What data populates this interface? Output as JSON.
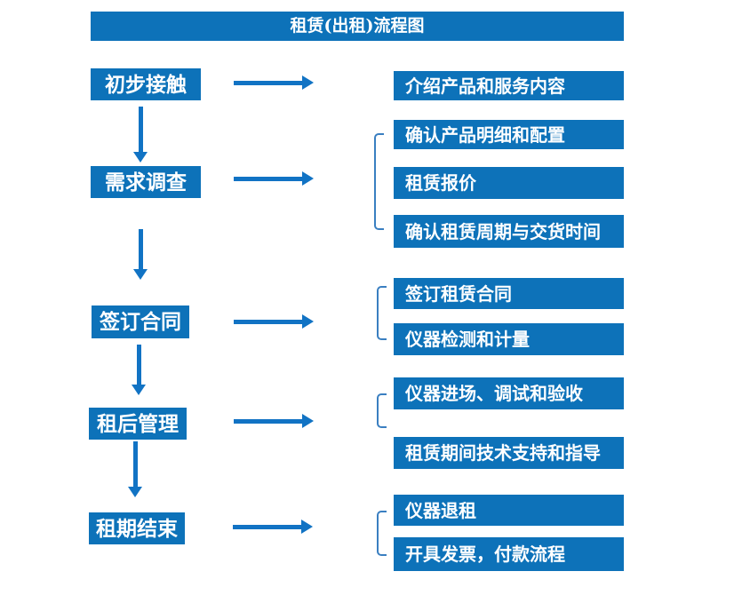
{
  "title": "租赁(出租)流程图",
  "colors": {
    "box_blue": "#0d72b9",
    "arrow_blue": "#1173c4",
    "bracket_blue": "#3a7fc1",
    "text_white": "#ffffff",
    "background": "#ffffff"
  },
  "stages": [
    {
      "label": "初步接触"
    },
    {
      "label": "需求调查"
    },
    {
      "label": "签订合同"
    },
    {
      "label": "租后管理"
    },
    {
      "label": "租期结束"
    }
  ],
  "details": [
    {
      "label": "介绍产品和服务内容"
    },
    {
      "label": "确认产品明细和配置"
    },
    {
      "label": "租赁报价"
    },
    {
      "label": "确认租赁周期与交货时间"
    },
    {
      "label": "签订租赁合同"
    },
    {
      "label": "仪器检测和计量"
    },
    {
      "label": "仪器进场、调试和验收"
    },
    {
      "label": "租赁期间技术支持和指导"
    },
    {
      "label": "仪器退租"
    },
    {
      "label": "开具发票，付款流程"
    }
  ]
}
